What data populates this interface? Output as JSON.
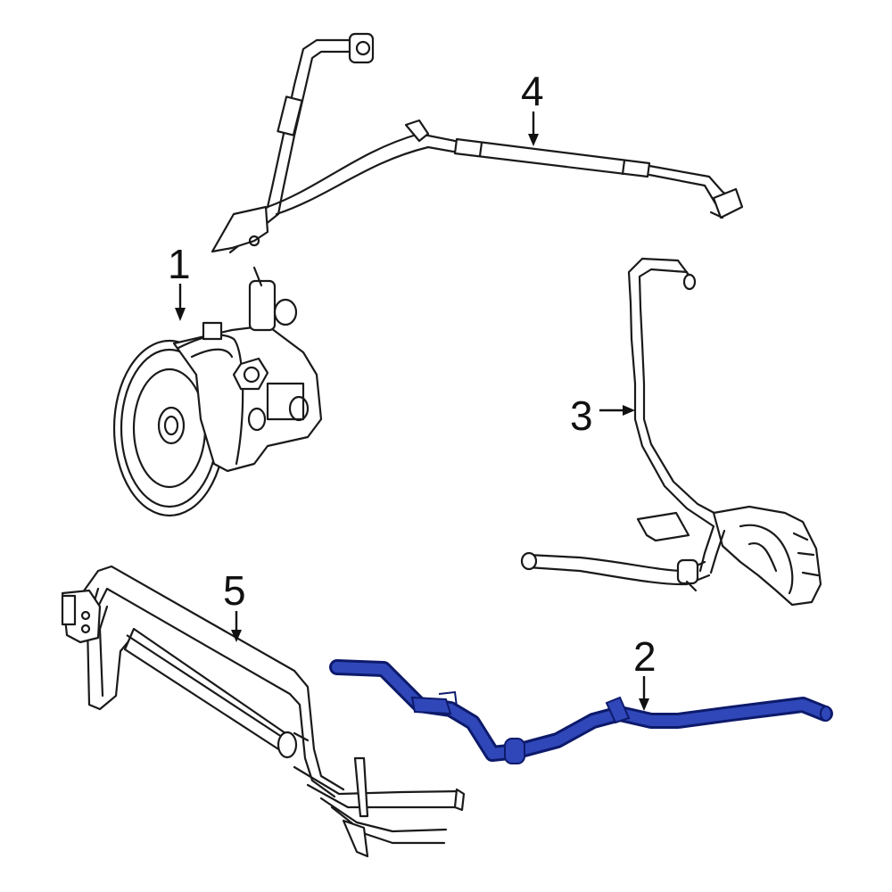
{
  "callouts": [
    {
      "id": "1",
      "label": "1"
    },
    {
      "id": "2",
      "label": "2"
    },
    {
      "id": "3",
      "label": "3"
    },
    {
      "id": "4",
      "label": "4"
    },
    {
      "id": "5",
      "label": "5"
    }
  ],
  "colors": {
    "highlight": "#2f47b8",
    "highlight_outline": "#0d1a6b",
    "line": "#1a1a1a"
  }
}
